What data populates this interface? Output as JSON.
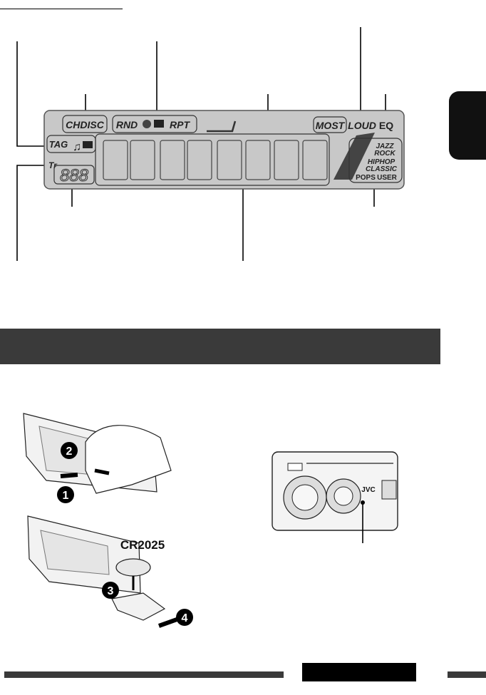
{
  "display": {
    "indicators": {
      "chdisc": "CHDISC",
      "rnd": "RND",
      "rpt": "RPT",
      "tag": "TAG",
      "tr": "Tr",
      "most": "MOST",
      "loud": "LOUD",
      "eq": "EQ"
    },
    "eq_modes": [
      "JAZZ",
      "ROCK",
      "HIPHOP",
      "CLASSIC",
      "POPS",
      "USER"
    ],
    "track_digits": "888"
  },
  "battery": {
    "model": "CR2025",
    "steps": [
      "2",
      "1",
      "3",
      "4"
    ]
  },
  "unit": {
    "brand": "JVC"
  }
}
